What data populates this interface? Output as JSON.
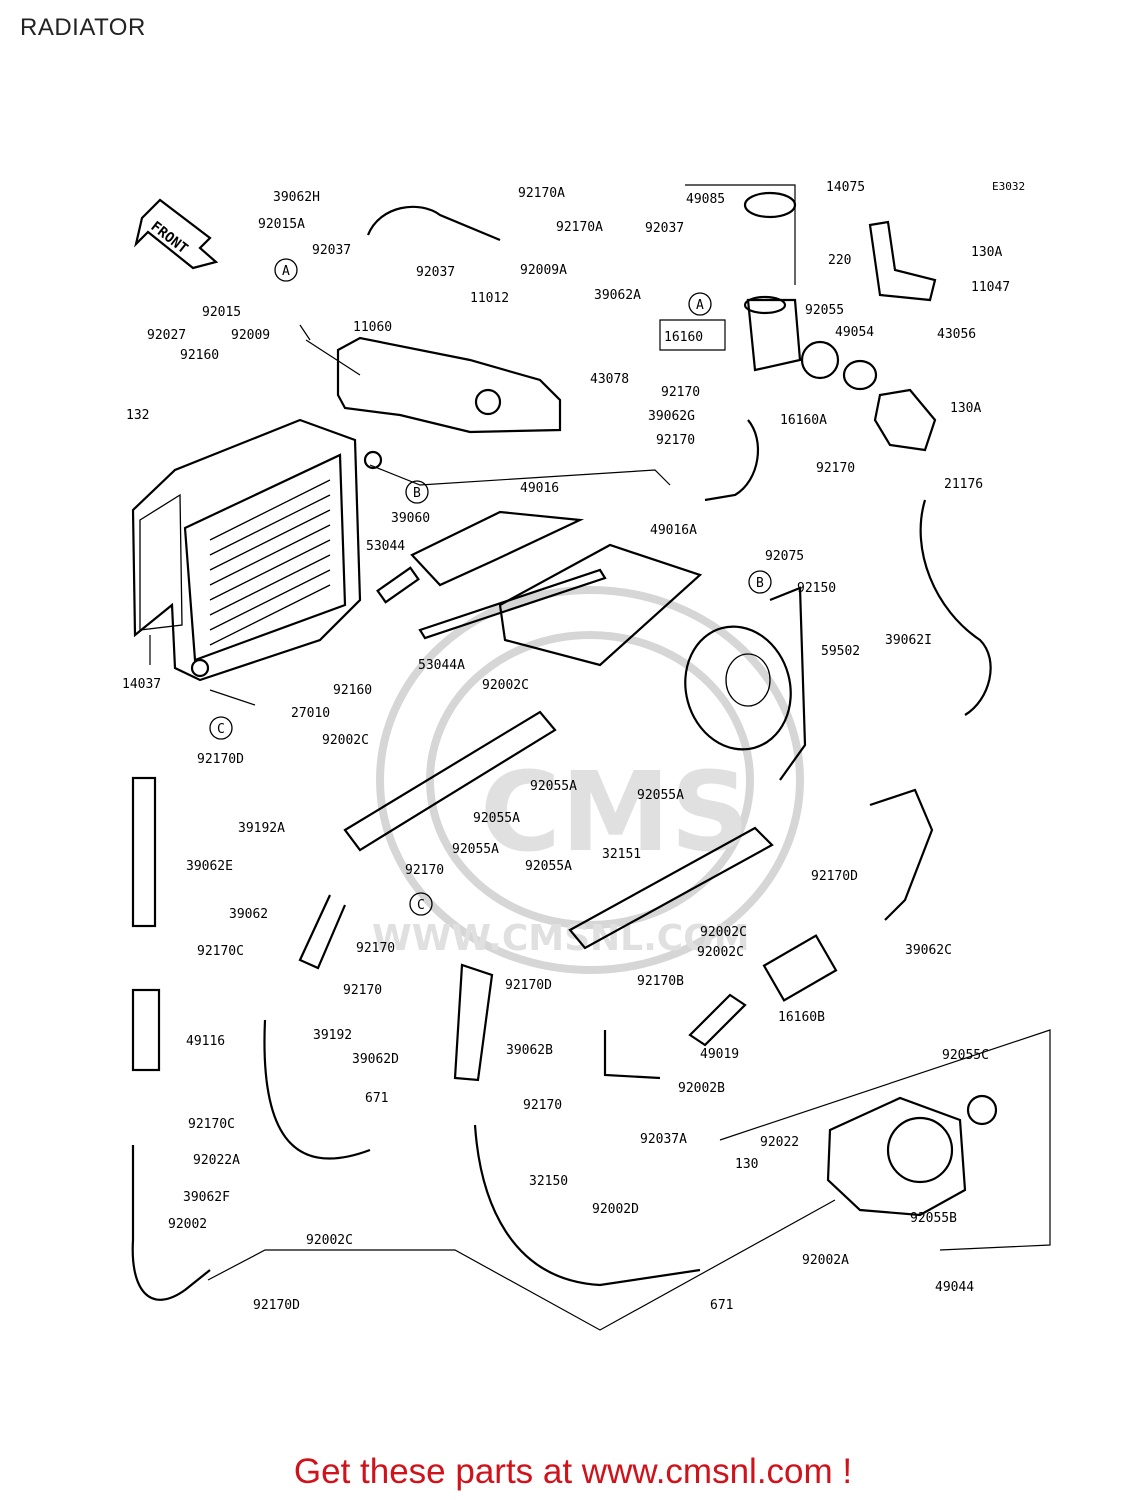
{
  "page": {
    "title": "RADIATOR",
    "diagram_code": "E3032",
    "footer_link": "Get these parts at www.cmsnl.com !"
  },
  "direction_arrow": {
    "label": "FRONT"
  },
  "watermark": {
    "text": "WWW.CMSNL.COM",
    "logo_text": "CMS"
  },
  "reference_markers": [
    "A",
    "A",
    "B",
    "B",
    "C",
    "C"
  ],
  "part_labels": [
    "39062H",
    "92170A",
    "92170A",
    "92015A",
    "92037",
    "92037",
    "92009A",
    "11012",
    "11060",
    "92015",
    "92027",
    "92009",
    "92160",
    "132",
    "43078",
    "49085",
    "14075",
    "92037",
    "39062A",
    "16160",
    "92055",
    "49054",
    "43056",
    "220",
    "130A",
    "11047",
    "130A",
    "92170",
    "39062G",
    "16160A",
    "92170",
    "92170",
    "21176",
    "39060",
    "49016",
    "49016A",
    "53044",
    "53044A",
    "14037",
    "92160",
    "27010",
    "92075",
    "92150",
    "59502",
    "39062I",
    "92002C",
    "92002C",
    "92170D",
    "92055A",
    "39192A",
    "92055A",
    "92055A",
    "92055A",
    "39062E",
    "92170",
    "32151",
    "92055A",
    "92170D",
    "39062",
    "92002C",
    "92002C",
    "92170C",
    "92170",
    "92170",
    "92170D",
    "92170B",
    "39062C",
    "49116",
    "39192",
    "39062D",
    "39062B",
    "49019",
    "16160B",
    "92002B",
    "92055C",
    "671",
    "92170",
    "92170C",
    "92022A",
    "92037A",
    "92022",
    "130",
    "39062F",
    "32150",
    "92002D",
    "92055B",
    "92002",
    "92002C",
    "92002A",
    "92170D",
    "671",
    "49044"
  ]
}
